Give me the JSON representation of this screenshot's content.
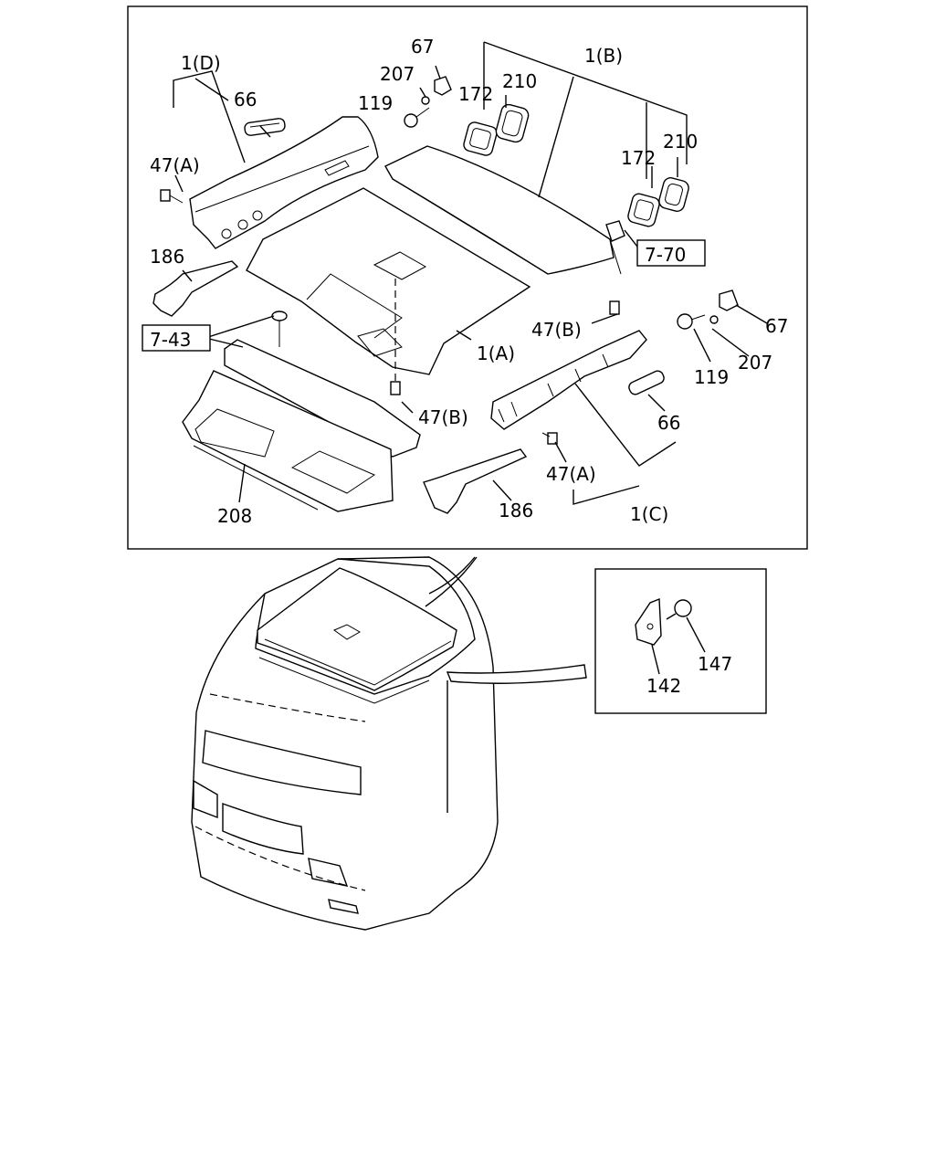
{
  "labels": {
    "l_1d": "1(D)",
    "l_66a": "66",
    "l_47a1": "47(A)",
    "l_67a": "67",
    "l_207a": "207",
    "l_119a": "119",
    "l_172a": "172",
    "l_210a": "210",
    "l_1b": "1(B)",
    "l_172b": "172",
    "l_210b": "210",
    "l_186a": "186",
    "l_47b1": "47(B)",
    "l_67b": "67",
    "l_1a": "1(A)",
    "l_207b": "207",
    "l_119b": "119",
    "l_47b2": "47(B)",
    "l_66b": "66",
    "l_47a2": "47(A)",
    "l_208": "208",
    "l_186b": "186",
    "l_1c": "1(C)",
    "l_142": "142",
    "l_147": "147"
  },
  "refs": {
    "r_770": "7-70",
    "r_743": "7-43"
  },
  "colors": {
    "stroke": "#000000",
    "background": "#ffffff"
  }
}
